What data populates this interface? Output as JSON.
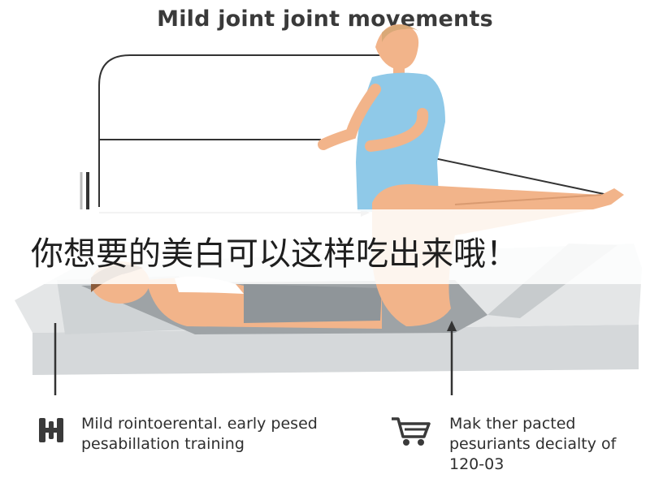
{
  "title": "Mild joint joint movements",
  "banner_text": "你想要的美白可以这样吃出来哦！",
  "captions": {
    "left": "Mild rointoerental. early pesed pesabillation training",
    "right": "Mak ther pacted pesuriants decialty of 120-03"
  },
  "icons": {
    "left": "dumbbell-icon",
    "right": "shopping-cart-icon"
  },
  "colors": {
    "shirt": "#8fc9e8",
    "skin": "#f2b48a",
    "mat": "#9ea3a6",
    "platform": "#e4e6e7",
    "line": "#333333",
    "banner_text": "#1e1e1e"
  }
}
